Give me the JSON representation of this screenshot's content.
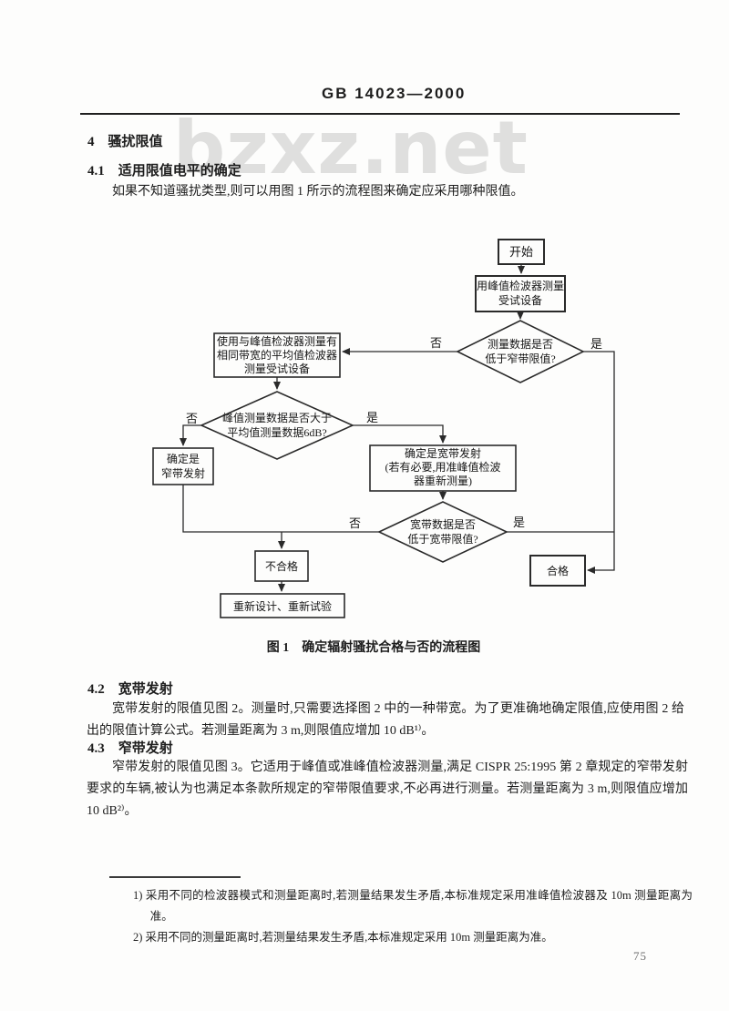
{
  "header": {
    "doc_number": "GB 14023—2000"
  },
  "watermark": "bzxz.net",
  "sections": {
    "s4": {
      "heading": "4　骚扰限值"
    },
    "s41": {
      "heading": "4.1　适用限值电平的确定",
      "body": "如果不知道骚扰类型,则可以用图 1 所示的流程图来确定应采用哪种限值。"
    },
    "s42": {
      "heading": "4.2　宽带发射",
      "body": "宽带发射的限值见图 2。测量时,只需要选择图 2 中的一种带宽。为了更准确地确定限值,应使用图 2 给出的限值计算公式。若测量距离为 3 m,则限值应增加 10 dB¹⁾。"
    },
    "s43": {
      "heading": "4.3　窄带发射",
      "body": "窄带发射的限值见图 3。它适用于峰值或准峰值检波器测量,满足 CISPR 25:1995 第 2 章规定的窄带发射要求的车辆,被认为也满足本条款所规定的窄带限值要求,不必再进行测量。若测量距离为 3 m,则限值应增加 10 dB²⁾。"
    }
  },
  "figure": {
    "caption": "图 1　确定辐射骚扰合格与否的流程图",
    "nodes": {
      "start": "开始",
      "measure_peak": "用峰值检波器测量\n受试设备",
      "d1": "测量数据是否\n低于窄带限值?",
      "measure_avg": "使用与峰值检波器测量有\n相同带宽的平均值检波器\n测量受试设备",
      "d2": "峰值测量数据是否大于\n平均值测量数据6dB?",
      "narrowband": "确定是\n窄带发射",
      "broadband": "确定是宽带发射\n(若有必要,用准峰值检波\n器重新测量)",
      "d3": "宽带数据是否\n低于宽带限值?",
      "fail": "不合格",
      "redesign": "重新设计、重新试验",
      "pass": "合格"
    },
    "labels": {
      "yes": "是",
      "no": "否"
    }
  },
  "footnotes": {
    "fn1": "1) 采用不同的检波器模式和测量距离时,若测量结果发生矛盾,本标准规定采用准峰值检波器及 10m 测量距离为准。",
    "fn2": "2) 采用不同的测量距离时,若测量结果发生矛盾,本标准规定采用 10m 测量距离为准。"
  },
  "page_number": "75"
}
